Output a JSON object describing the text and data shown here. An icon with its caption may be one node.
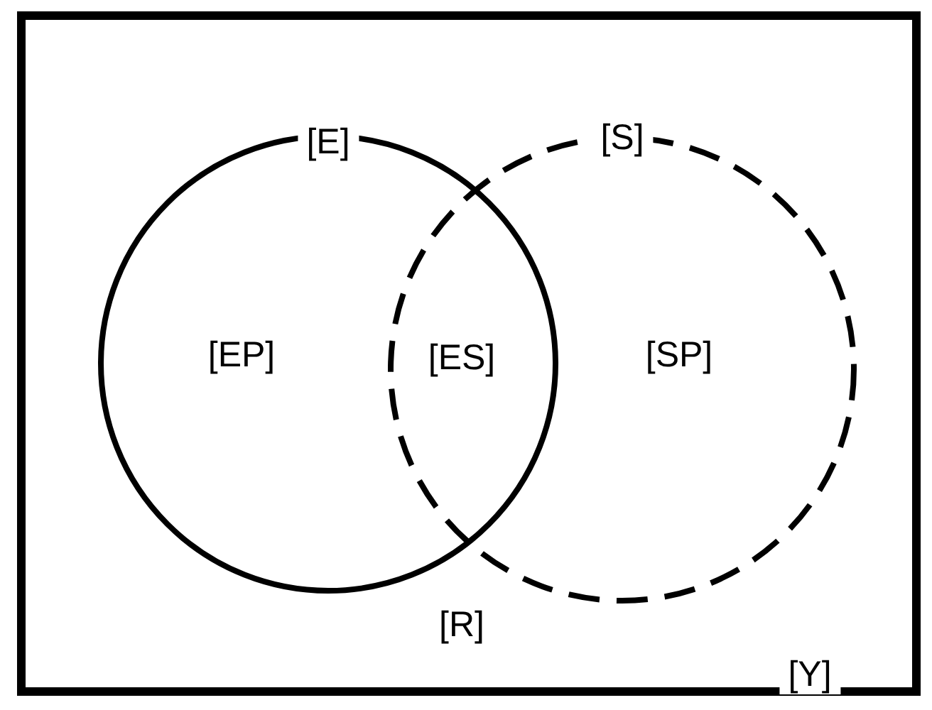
{
  "diagram": {
    "nodes": [
      {
        "text": [
          "[Y]"
        ]
      },
      {
        "text": [
          "[E]"
        ],
        "in": 0
      },
      {
        "text": [
          "[S]"
        ],
        "in": 0
      }
    ],
    "labels": [
      "[EP]",
      "[ES]",
      "[SP]",
      "[R]"
    ]
  }
}
